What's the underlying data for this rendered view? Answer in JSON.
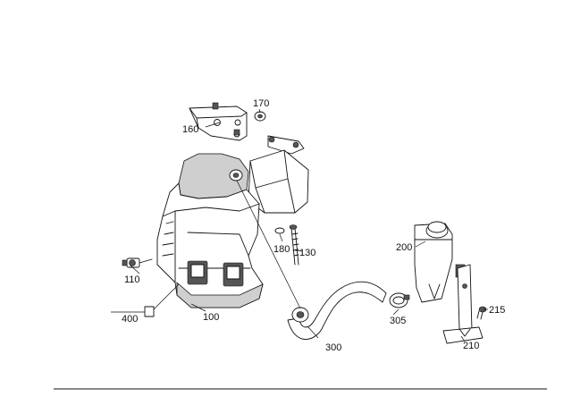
{
  "diagram": {
    "parts": [
      {
        "id": "p100",
        "number": "100"
      },
      {
        "id": "p110",
        "number": "110"
      },
      {
        "id": "p130",
        "number": "130"
      },
      {
        "id": "p160",
        "number": "160"
      },
      {
        "id": "p170",
        "number": "170"
      },
      {
        "id": "p180",
        "number": "180"
      },
      {
        "id": "p200",
        "number": "200"
      },
      {
        "id": "p210",
        "number": "210"
      },
      {
        "id": "p215",
        "number": "215"
      },
      {
        "id": "p300",
        "number": "300"
      },
      {
        "id": "p305",
        "number": "305"
      },
      {
        "id": "p400",
        "number": "400"
      }
    ]
  }
}
